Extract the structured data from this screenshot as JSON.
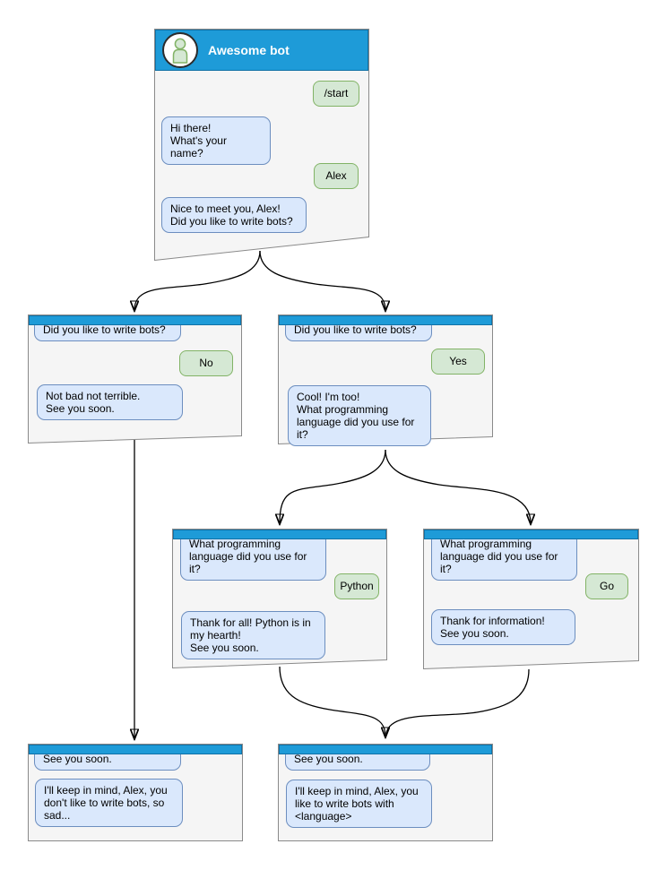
{
  "diagram": {
    "kind": "chatbot-conversation-flow",
    "colors": {
      "header_blue": "#1E9BD8",
      "header_border": "#1071A6",
      "window_fill": "#F5F5F5",
      "window_border": "#8A8A8A",
      "bot_bubble_fill": "#DAE8FC",
      "bot_bubble_border": "#6C8EBF",
      "user_bubble_fill": "#D5E8D4",
      "user_bubble_border": "#82B366",
      "arrow": "#000000",
      "title_text": "#FFFFFF"
    }
  },
  "windows": [
    {
      "id": "main",
      "title": "Awesome bot",
      "avatar_icon": "person-icon",
      "messages": [
        {
          "from": "user",
          "text": "/start"
        },
        {
          "from": "bot",
          "text": "Hi there!\nWhat's your name?"
        },
        {
          "from": "user",
          "text": "Alex"
        },
        {
          "from": "bot",
          "text": "Nice to meet you, Alex!\nDid you like to write bots?"
        }
      ]
    },
    {
      "id": "branch-no",
      "messages": [
        {
          "from": "bot",
          "text": "Did you like to write bots?"
        },
        {
          "from": "user",
          "text": "No"
        },
        {
          "from": "bot",
          "text": "Not bad not terrible.\nSee you soon."
        }
      ]
    },
    {
      "id": "branch-yes",
      "messages": [
        {
          "from": "bot",
          "text": "Did you like to write bots?"
        },
        {
          "from": "user",
          "text": "Yes"
        },
        {
          "from": "bot",
          "text": "Cool! I'm too!\nWhat programming\nlanguage did you use for it?"
        }
      ]
    },
    {
      "id": "branch-python",
      "messages": [
        {
          "from": "bot",
          "text": "What programming\nlanguage did you use for it?"
        },
        {
          "from": "user",
          "text": "Python"
        },
        {
          "from": "bot",
          "text": "Thank for all! Python is in\nmy hearth!\nSee you soon."
        }
      ]
    },
    {
      "id": "branch-go",
      "messages": [
        {
          "from": "bot",
          "text": "What programming\nlanguage did you use for it?"
        },
        {
          "from": "user",
          "text": "Go"
        },
        {
          "from": "bot",
          "text": "Thank for information!\nSee you soon."
        }
      ]
    },
    {
      "id": "end-no",
      "messages": [
        {
          "from": "bot",
          "text": "See you soon."
        },
        {
          "from": "bot",
          "text": "I'll keep in mind, Alex, you\ndon't like to write bots, so\nsad..."
        }
      ]
    },
    {
      "id": "end-yes",
      "messages": [
        {
          "from": "bot",
          "text": "See you soon."
        },
        {
          "from": "bot",
          "text": "I'll keep in mind, Alex, you\nlike to write bots with\n<language>"
        }
      ]
    }
  ]
}
